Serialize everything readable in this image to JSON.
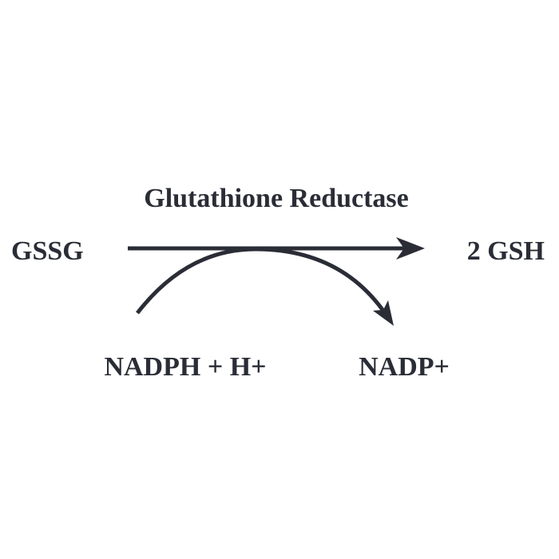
{
  "enzyme": "Glutathione Reductase",
  "substrate": "GSSG",
  "product": "2 GSH",
  "cofactor_in": "NADPH + H+",
  "cofactor_out": "NADP+",
  "colors": {
    "ink": "#2a2d36",
    "background": "#ffffff"
  }
}
